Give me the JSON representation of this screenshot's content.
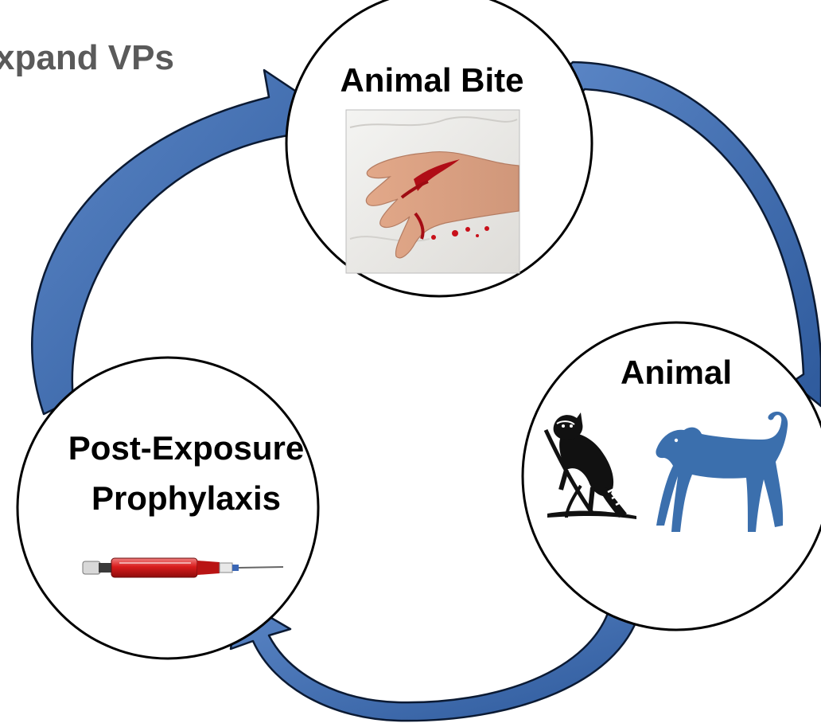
{
  "slide": {
    "corner_title": "xpand VPs"
  },
  "nodes": {
    "bite": {
      "title": "Animal Bite"
    },
    "animal": {
      "title": "Animal"
    },
    "pep": {
      "title_line1": "Post-Exposure",
      "title_line2": "Prophylaxis"
    }
  },
  "colors": {
    "arrow_fill": "#3f6db3",
    "arrow_outline": "#0b1a33",
    "dog": "#3b6fad",
    "raccoon": "#111111",
    "blood": "#c8101a"
  },
  "icons": [
    "bitten-hand-photo",
    "raccoon-icon",
    "dog-icon",
    "syringe-icon"
  ]
}
